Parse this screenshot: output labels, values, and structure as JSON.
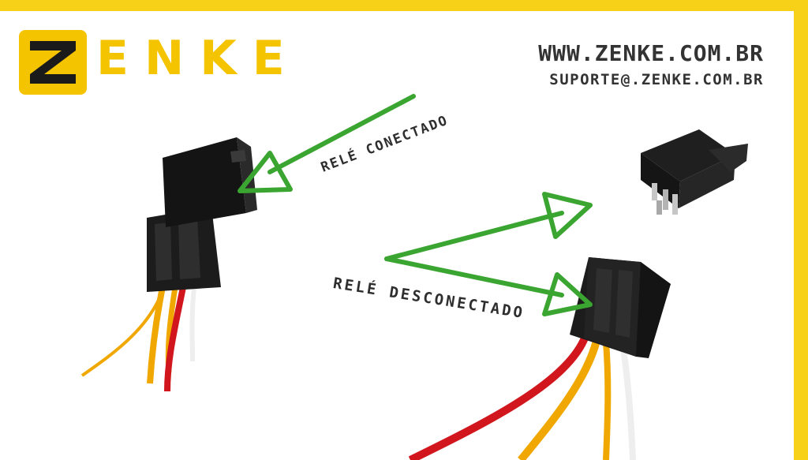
{
  "brand": {
    "logo_letter": "Z",
    "name": "ENKE",
    "website": "WWW.ZENKE.COM.BR",
    "email": "SUPORTE@.ZENKE.COM.BR"
  },
  "labels": {
    "connected": "RELÉ CONECTADO",
    "disconnected": "RELÉ DESCONECTADO"
  },
  "colors": {
    "frame": "#f7d117",
    "brand_yellow": "#f5c400",
    "arrow_green": "#3aa530",
    "wire_red": "#d1161d",
    "wire_yellow": "#f0a800",
    "wire_white": "#eeeeee",
    "relay_black": "#1c1c1c"
  }
}
